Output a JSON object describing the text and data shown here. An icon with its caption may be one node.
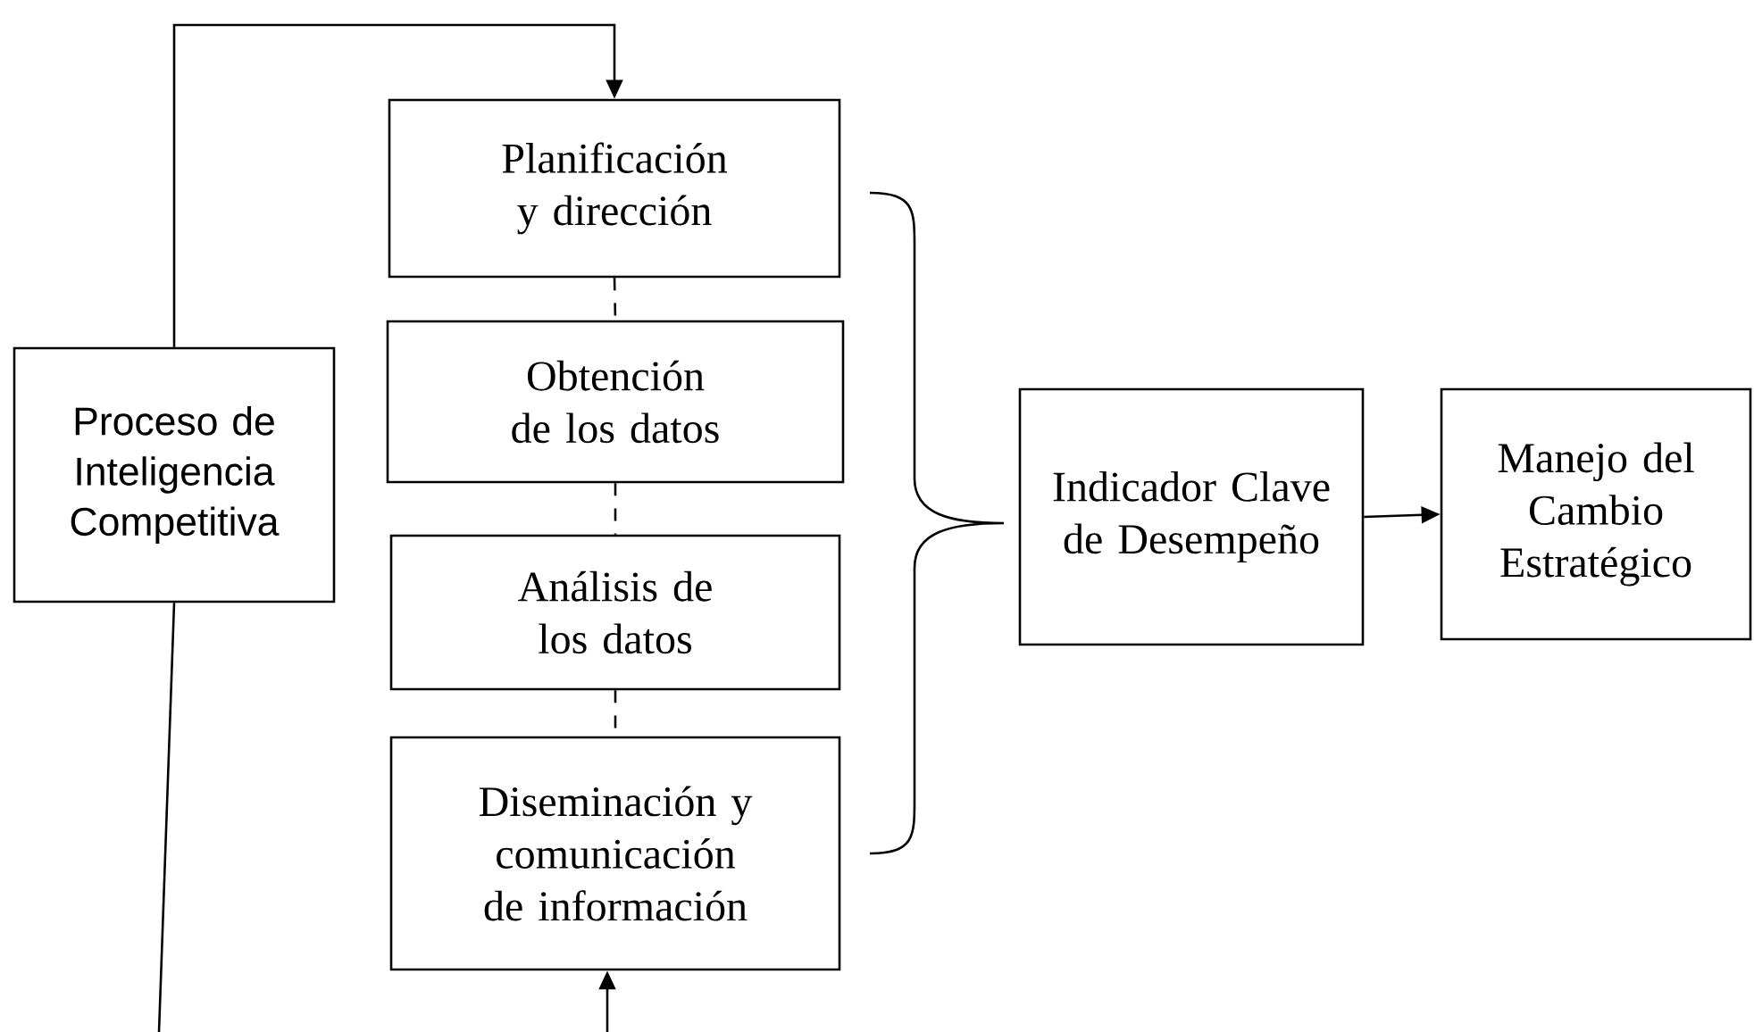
{
  "diagram": {
    "nodes": [
      {
        "text": [
          "Proceso de Inteligencia Competitiva"
        ]
      },
      {
        "text": [
          "Planificación y dirección"
        ]
      },
      {
        "text": [
          "Obtención de los datos"
        ]
      },
      {
        "text": [
          "Análisis de los datos"
        ]
      },
      {
        "text": [
          "Diseminación y comunicación de información"
        ]
      },
      {
        "text": [
          "Indicador Clave de Desempeño"
        ]
      },
      {
        "text": [
          "Manejo del Cambio Estratégico"
        ]
      }
    ],
    "edges": [
      {
        "from": 0,
        "to": 1,
        "arrow": "to"
      },
      {
        "from": 1,
        "to": 2,
        "arrow": "none",
        "style": "dashed"
      },
      {
        "from": 2,
        "to": 3,
        "arrow": "none",
        "style": "dashed"
      },
      {
        "from": 3,
        "to": 4,
        "arrow": "none",
        "style": "dashed"
      },
      {
        "from": 5,
        "to": 6,
        "arrow": "to"
      },
      {
        "from": 0,
        "to": null,
        "arrow": "none"
      },
      {
        "from": null,
        "to": 4,
        "arrow": "to"
      }
    ]
  }
}
